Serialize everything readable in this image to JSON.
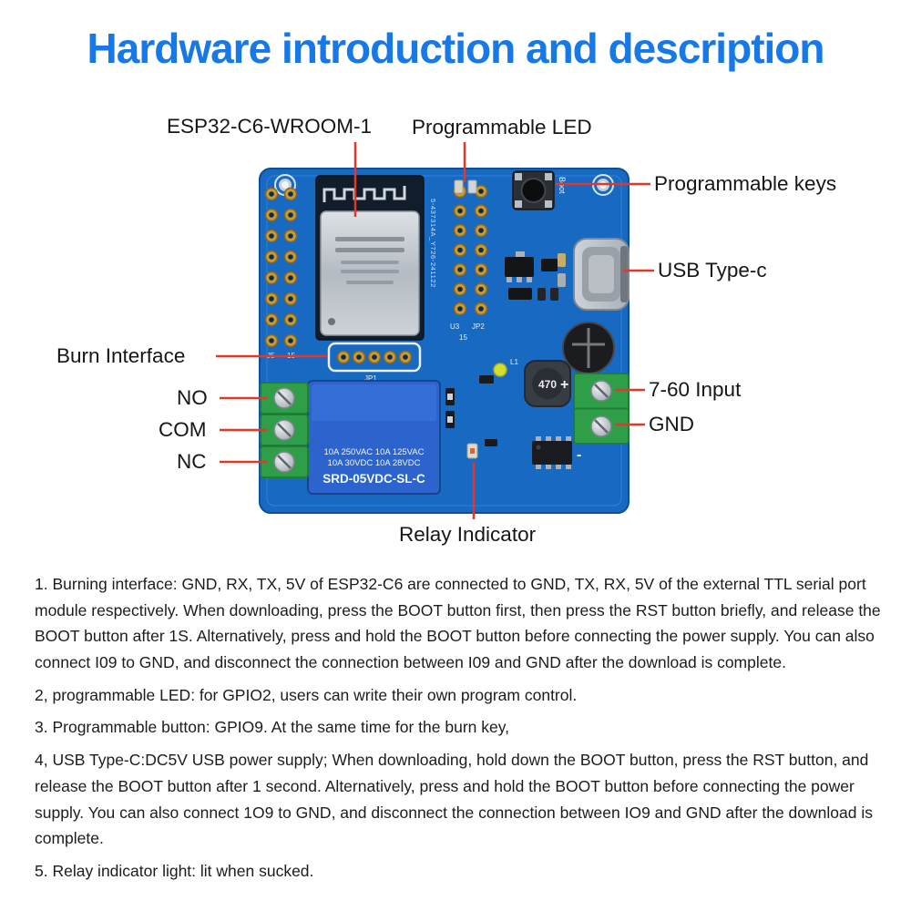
{
  "title": "Hardware introduction and description",
  "callouts": {
    "esp32": "ESP32-C6-WROOM-1",
    "led": "Programmable LED",
    "keys": "Programmable keys",
    "usb": "USB Type-c",
    "burn": "Burn Interface",
    "no": "NO",
    "com": "COM",
    "nc": "NC",
    "input": "7-60 Input",
    "gnd": "GND",
    "relay": "Relay Indicator"
  },
  "board": {
    "boot_label": "Boot",
    "inductor_value": "470",
    "relay_line1": "10A 250VAC 10A 125VAC",
    "relay_line2": "10A 30VDC 10A 28VDC",
    "relay_model": "SRD-05VDC-SL-C",
    "jp1": "JP1",
    "jp2": "JP2",
    "u3": "U3",
    "l1": "L1",
    "j5": "J5",
    "pin15_left": "15",
    "pin15_right": "15",
    "plus": "+",
    "minus": "-",
    "serial": "5-437314A_Y726-241122"
  },
  "description": {
    "items": [
      "1. Burning interface: GND, RX, TX, 5V of ESP32-C6 are connected to GND, TX, RX, 5V of the external TTL serial port module respectively. When downloading, press the BOOT button first, then press the RST button briefly, and release the BOOT button after 1S. Alternatively, press and hold the BOOT button before connecting the power supply. You can also connect I09 to GND, and disconnect the connection between I09 and GND after the download is complete.",
      "2, programmable LED: for GPIO2, users can write their own program control.",
      "3. Programmable button: GPIO9. At the same time for the burn key,",
      "4, USB Type-C:DC5V USB power supply; When downloading, hold down the BOOT button, press the RST button, and release the BOOT button after 1 second. Alternatively, press and hold the BOOT button before connecting the power supply. You can also connect 1O9 to GND, and disconnect the connection between IO9 and GND after the download is complete.",
      "5. Relay indicator light: lit when sucked."
    ]
  },
  "colors": {
    "title": "#1778e8",
    "callout_line": "#e0392b",
    "pcb": "#1769c2",
    "relay_blue": "#2c63cd",
    "terminal_green": "#2f9e49"
  }
}
